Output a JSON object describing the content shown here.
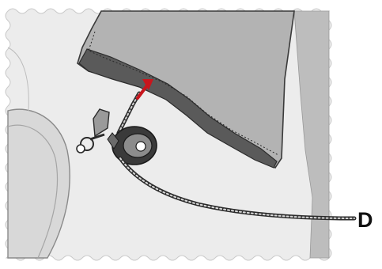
{
  "figure": {
    "callout_label": "D",
    "colors": {
      "sail": "#6b6b6b",
      "sail_edge": "#3d3d3d",
      "background_panel": "#e9e9e9",
      "hull": "#d4d4d4",
      "arrow": "#c8161d",
      "rope": "#2b2b2b"
    },
    "icons": [
      "sail",
      "pulley-block",
      "shackle",
      "rope",
      "direction-arrow"
    ]
  }
}
